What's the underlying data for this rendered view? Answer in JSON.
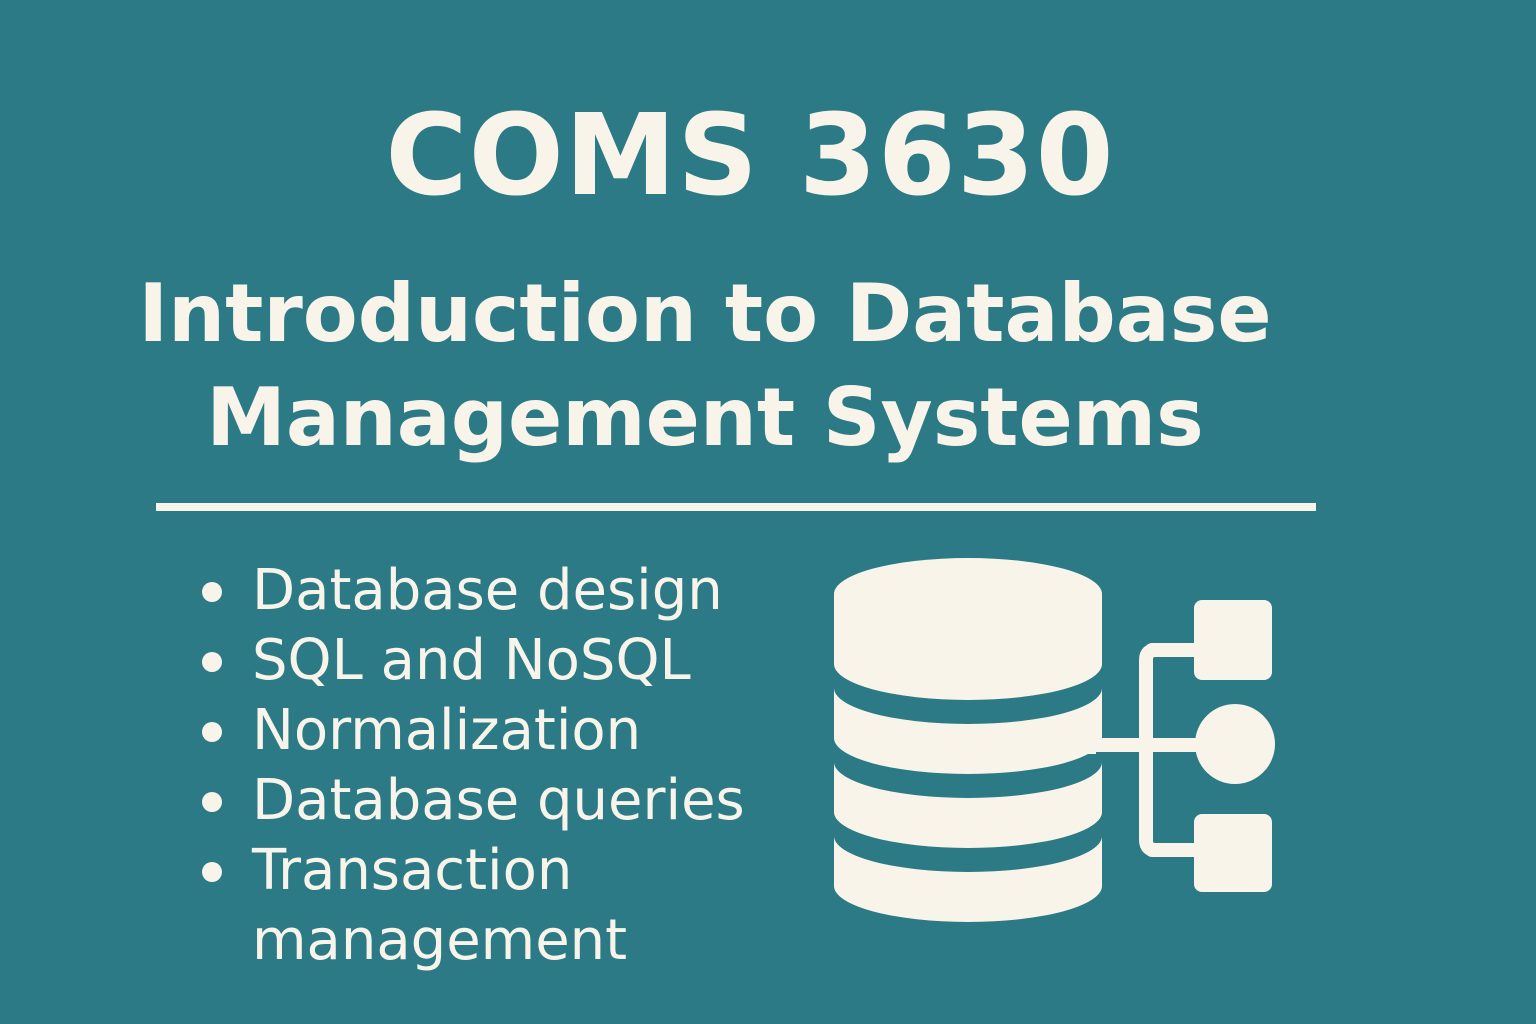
{
  "course": {
    "code": "COMS 3630",
    "title_line1": "Introduction to Database",
    "title_line2": "Management Systems"
  },
  "topics": [
    "Database design",
    "SQL and NoSQL",
    "Normalization",
    "Database queries",
    "Transaction management"
  ],
  "colors": {
    "background": "#2c7a85",
    "foreground": "#f8f4ea"
  },
  "icons": {
    "graphic": "database-cylinder-with-connected-nodes-icon"
  }
}
